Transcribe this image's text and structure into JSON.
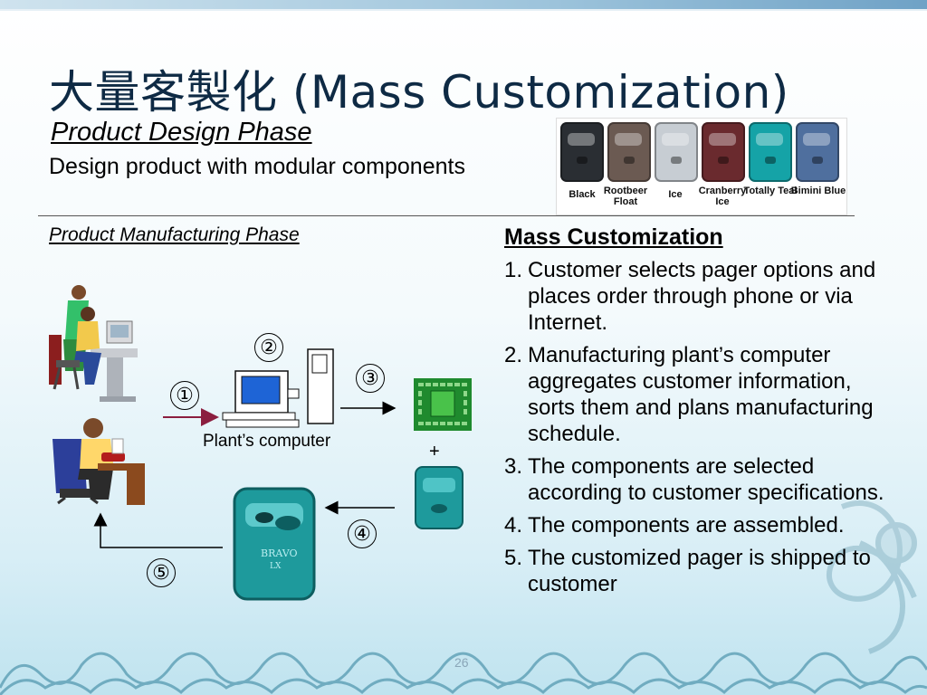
{
  "slide": {
    "title": "大量客製化 (Mass Customization)",
    "subtitle": "Product Design Phase",
    "design_text": "Design product with modular components",
    "manufacturing_heading": "Product Manufacturing Phase",
    "page_number": "26"
  },
  "pager_options": [
    {
      "label": "Black",
      "color": "#2a2e33"
    },
    {
      "label": "Rootbeer Float",
      "color": "#6b5a52"
    },
    {
      "label": "Ice",
      "color": "#c7cdd3"
    },
    {
      "label": "Cranberry Ice",
      "color": "#6a2a2e"
    },
    {
      "label": "Totally Teal",
      "color": "#15a3a7"
    },
    {
      "label": "Bimini Blue",
      "color": "#4f6f9e"
    }
  ],
  "diagram": {
    "steps": [
      "①",
      "②",
      "③",
      "④",
      "⑤"
    ],
    "plant_label": "Plant’s computer",
    "plus": "+",
    "pager_brand": "BRAVO",
    "pager_model": "LX"
  },
  "mass_customization": {
    "heading": "Mass Customization",
    "items": [
      {
        "num": "1.",
        "text": "Customer selects pager options and places order through phone or via Internet."
      },
      {
        "num": "2.",
        "text": "Manufacturing plant’s computer aggregates customer information, sorts them and plans manufacturing schedule."
      },
      {
        "num": "3.",
        "text": "The components are selected according to customer specifications."
      },
      {
        "num": "4.",
        "text": "The components are assembled."
      },
      {
        "num": "5.",
        "text": "The customized pager is shipped to customer"
      }
    ]
  },
  "colors": {
    "title": "#0e2a44",
    "teal_pager": "#1e9a9c",
    "chip_green": "#1f8a2e",
    "arrow_red": "#8b1e3f"
  }
}
